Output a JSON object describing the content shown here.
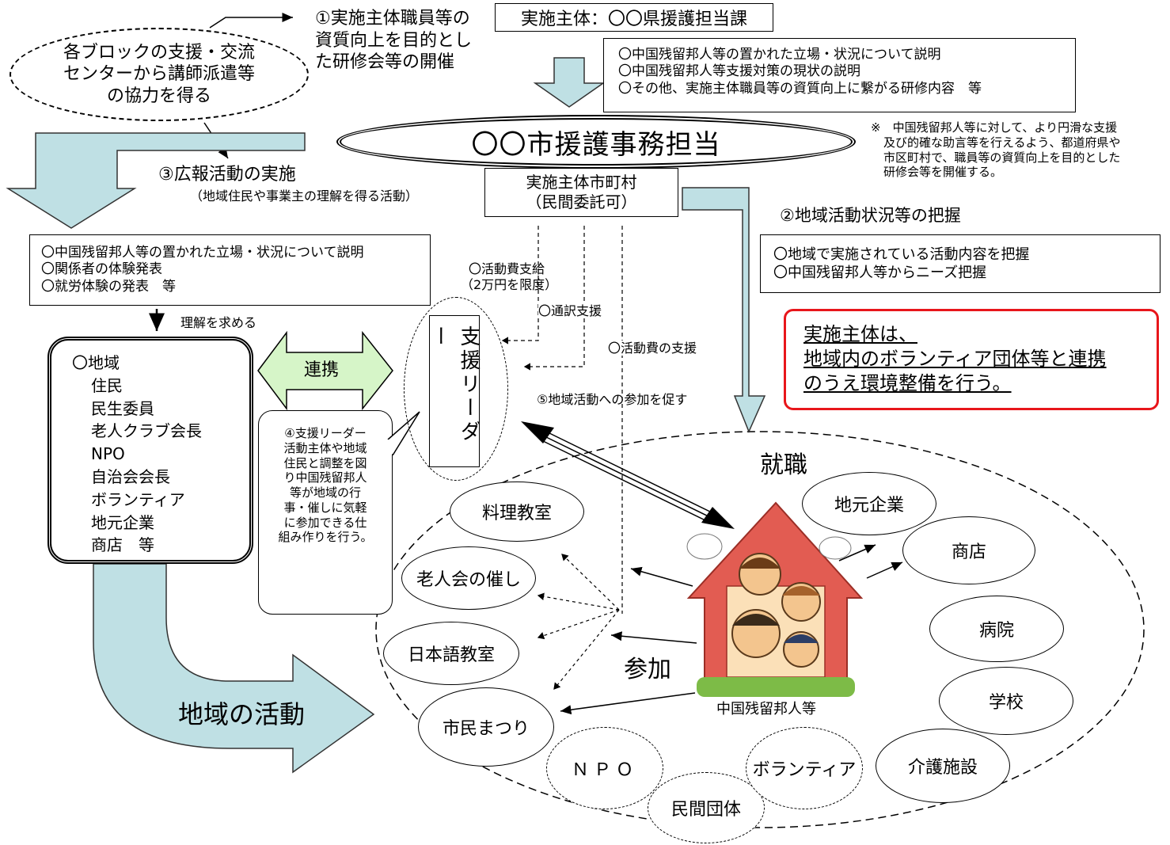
{
  "top_left_cloud": [
    "各ブロックの支援・交流",
    "センターから講師派遣等",
    "の協力を得る"
  ],
  "step1": [
    "①実施主体職員等の",
    "資質向上を目的とし",
    "た研修会等の開催"
  ],
  "implementer_box": "実施主体：〇〇県援護担当課",
  "training_items": [
    "〇中国残留邦人等の置かれた立場・状況について説明",
    "〇中国残留邦人等支援対策の現状の説明",
    "〇その他、実施主体職員等の資質向上に繋がる研修内容　等"
  ],
  "city_office": "〇〇市援護事務担当",
  "note": [
    "※　中国残留邦人等に対して、より円滑な支援",
    "及び的確な助言等を行えるよう、都道府県や",
    "市区町村で、職員等の資質向上を目的とした",
    "研修会等を開催する。"
  ],
  "step3_title": "③広報活動の実施",
  "step3_sub": "（地域住民や事業主の理解を得る活動）",
  "municipality_box": [
    "実施主体市町村",
    "（民間委託可）"
  ],
  "step2_title": "②地域活動状況等の把握",
  "step2_items": [
    "〇地域で実施されている活動内容を把握",
    "〇中国残留邦人等からニーズ把握"
  ],
  "pr_items": [
    "〇中国残留邦人等の置かれた立場・状況について説明",
    "〇関係者の体験発表",
    "〇就労体験の発表　等"
  ],
  "understanding": "理解を求める",
  "community_box": [
    "〇地域",
    "住民",
    "民生委員",
    "老人クラブ会長",
    "NPO",
    "自治会会長",
    "ボランティア",
    "地元企業",
    "商店　等"
  ],
  "cooperation": "連携",
  "leader_box": "支援リーダー",
  "activity_fee": [
    "〇活動費支給",
    "（2万円を限度）"
  ],
  "interpretation": "〇通訳支援",
  "activity_support": "〇活動費の支援",
  "step5": "⑤地域活動への参加を促す",
  "step4": [
    "④支援リーダー",
    "活動主体や地域",
    "住民と調整を図",
    "り中国残留邦人",
    "等が地域の行",
    "事・催しに気軽",
    "に参加できる仕",
    "組み作りを行う。"
  ],
  "red_box": [
    "実施主体は、",
    "地域内のボランティア団体等と連携",
    "のうえ環境整備を行う。"
  ],
  "employment": "就職",
  "participation": "参加",
  "regional_activities": "地域の活動",
  "residents_label": "中国残留邦人等",
  "activities": [
    "料理教室",
    "老人会の催し",
    "日本語教室",
    "市民まつり"
  ],
  "organizations": [
    "ＮＰＯ",
    "民間団体",
    "ボランティア"
  ],
  "workplaces": [
    "地元企業",
    "商店",
    "病院",
    "学校",
    "介護施設"
  ],
  "colors": {
    "arrow_fill": "#bfe0e4",
    "coop_fill": "#d6f5c8",
    "red": "#e8161b",
    "house": "#e25c52"
  }
}
